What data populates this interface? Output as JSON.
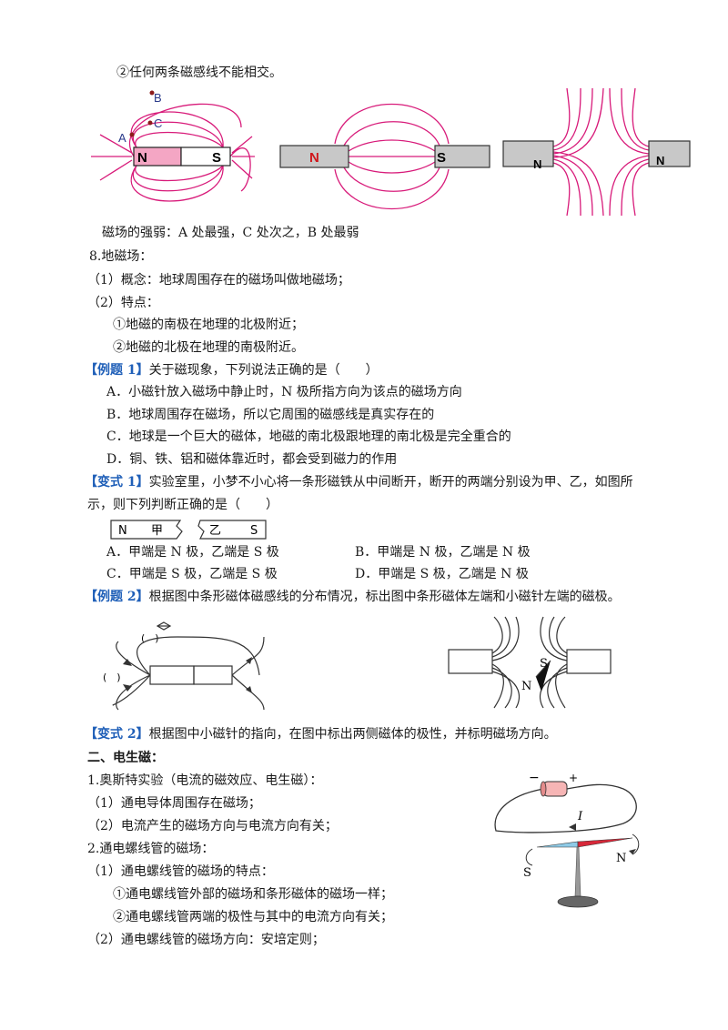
{
  "intro": {
    "item2": "②任何两条磁感线不能相交。"
  },
  "fig1": {
    "magnet1": {
      "n": "N",
      "s": "S",
      "points": [
        "A",
        "B",
        "C"
      ]
    },
    "magnet2": {
      "n": "N",
      "s": "S"
    },
    "magnet3": {
      "left": "N",
      "right": "N"
    },
    "caption": "磁场的强弱：A 处最强，C 处次之，B 处最弱"
  },
  "earth": {
    "title": "8.地磁场：",
    "concept": "（1）概念：地球周围存在的磁场叫做地磁场；",
    "feature": "（2）特点：",
    "f1": "①地磁的南极在地理的北极附近；",
    "f2": "②地磁的北极在地理的南极附近。"
  },
  "ex1": {
    "tag": "【例题 1】",
    "question": "关于磁现象，下列说法正确的是（　　）",
    "options": [
      "A．小磁针放入磁场中静止时，N 极所指方向为该点的磁场方向",
      "B．地球周围存在磁场，所以它周围的磁感线是真实存在的",
      "C．地球是一个巨大的磁体，地磁的南北极跟地理的南北极是完全重合的",
      "D．铜、铁、铝和磁体靠近时，都会受到磁力的作用"
    ]
  },
  "var1": {
    "tag": "【变式 1】",
    "question1": "实验室里，小梦不小心将一条形磁铁从中间断开，断开的两端分别设为甲、乙，如图所",
    "question2": "示，则下列判断正确的是（　　）",
    "magnet": {
      "left_n": "N",
      "left_jia": "甲",
      "right_yi": "乙",
      "right_s": "S"
    },
    "options": [
      "A．甲端是 N 极，乙端是 S 极",
      "B．甲端是 N 极，乙端是 N 极",
      "C．甲端是 S 极，乙端是 S 极",
      "D．甲端是 S 极，乙端是 N 极"
    ]
  },
  "ex2": {
    "tag": "【例题 2】",
    "question": "根据图中条形磁体磁感线的分布情况，标出图中条形磁体左端和小磁针左端的磁极。",
    "labels": {
      "paren1": "(　)",
      "paren2": "(　)",
      "needle_s": "S",
      "needle_n": "N"
    }
  },
  "var2": {
    "tag": "【变式 2】",
    "question": "根据图中小磁针的指向，在图中标出两侧磁体的极性，并标明磁场方向。"
  },
  "section2": {
    "title": "二、电生磁：",
    "l1": "1.奥斯特实验（电流的磁效应、电生磁）：",
    "l2": "（1）通电导体周围存在磁场；",
    "l3": "（2）电流产生的磁场方向与电流方向有关；",
    "l4": "2.通电螺线管的磁场：",
    "l5": "（1）通电螺线管的磁场的特点：",
    "l6": "①通电螺线管外部的磁场和条形磁体的磁场一样；",
    "l7": "②通电螺线管两端的极性与其中的电流方向有关；",
    "l8": "（2）通电螺线管的磁场方向：安培定则；",
    "oersted": {
      "minus": "−",
      "plus": "+",
      "current": "I",
      "s": "S",
      "n": "N"
    }
  }
}
